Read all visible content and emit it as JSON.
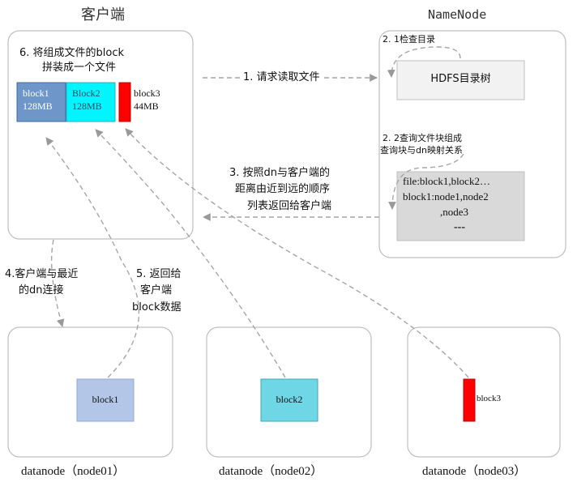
{
  "client": {
    "title": "客户端",
    "step6_line1": "6. 将组成文件的block",
    "step6_line2": "拼装成一个文件",
    "block1": {
      "name": "block1",
      "size": "128MB",
      "color": "#6f96c8"
    },
    "block2": {
      "name": "Block2",
      "size": "128MB",
      "color": "#00f5ff"
    },
    "block3": {
      "name": "block3",
      "size": "44MB",
      "color": "#ff0000"
    }
  },
  "namenode": {
    "title": "NameNode",
    "step21": "2. 1检查目录",
    "tree_label": "HDFS目录树",
    "step22_line1": "2. 2查询文件块组成",
    "step22_line2": "查询块与dn映射关系",
    "meta_line1": "file:block1,block2…",
    "meta_line2": "block1:node1,node2",
    "meta_line3": ",node3",
    "meta_line4": "---"
  },
  "arrows": {
    "step1": "1. 请求读取文件",
    "step3_line1": "3. 按照dn与客户端的",
    "step3_line2": "距离由近到远的顺序",
    "step3_line3": "列表返回给客户端",
    "step4_line1": "4.客户端与最近",
    "step4_line2": "的dn连接",
    "step5_line1": "5. 返回给",
    "step5_line2": "客户端",
    "step5_line3": "block数据"
  },
  "datanodes": [
    {
      "label": "datanode（node01）",
      "block": "block1",
      "color": "#b4c6e7"
    },
    {
      "label": "datanode（node02）",
      "block": "block2",
      "color": "#6fd6e6"
    },
    {
      "label": "datanode（node03）",
      "block": "block3",
      "color": "#ff0000"
    }
  ]
}
